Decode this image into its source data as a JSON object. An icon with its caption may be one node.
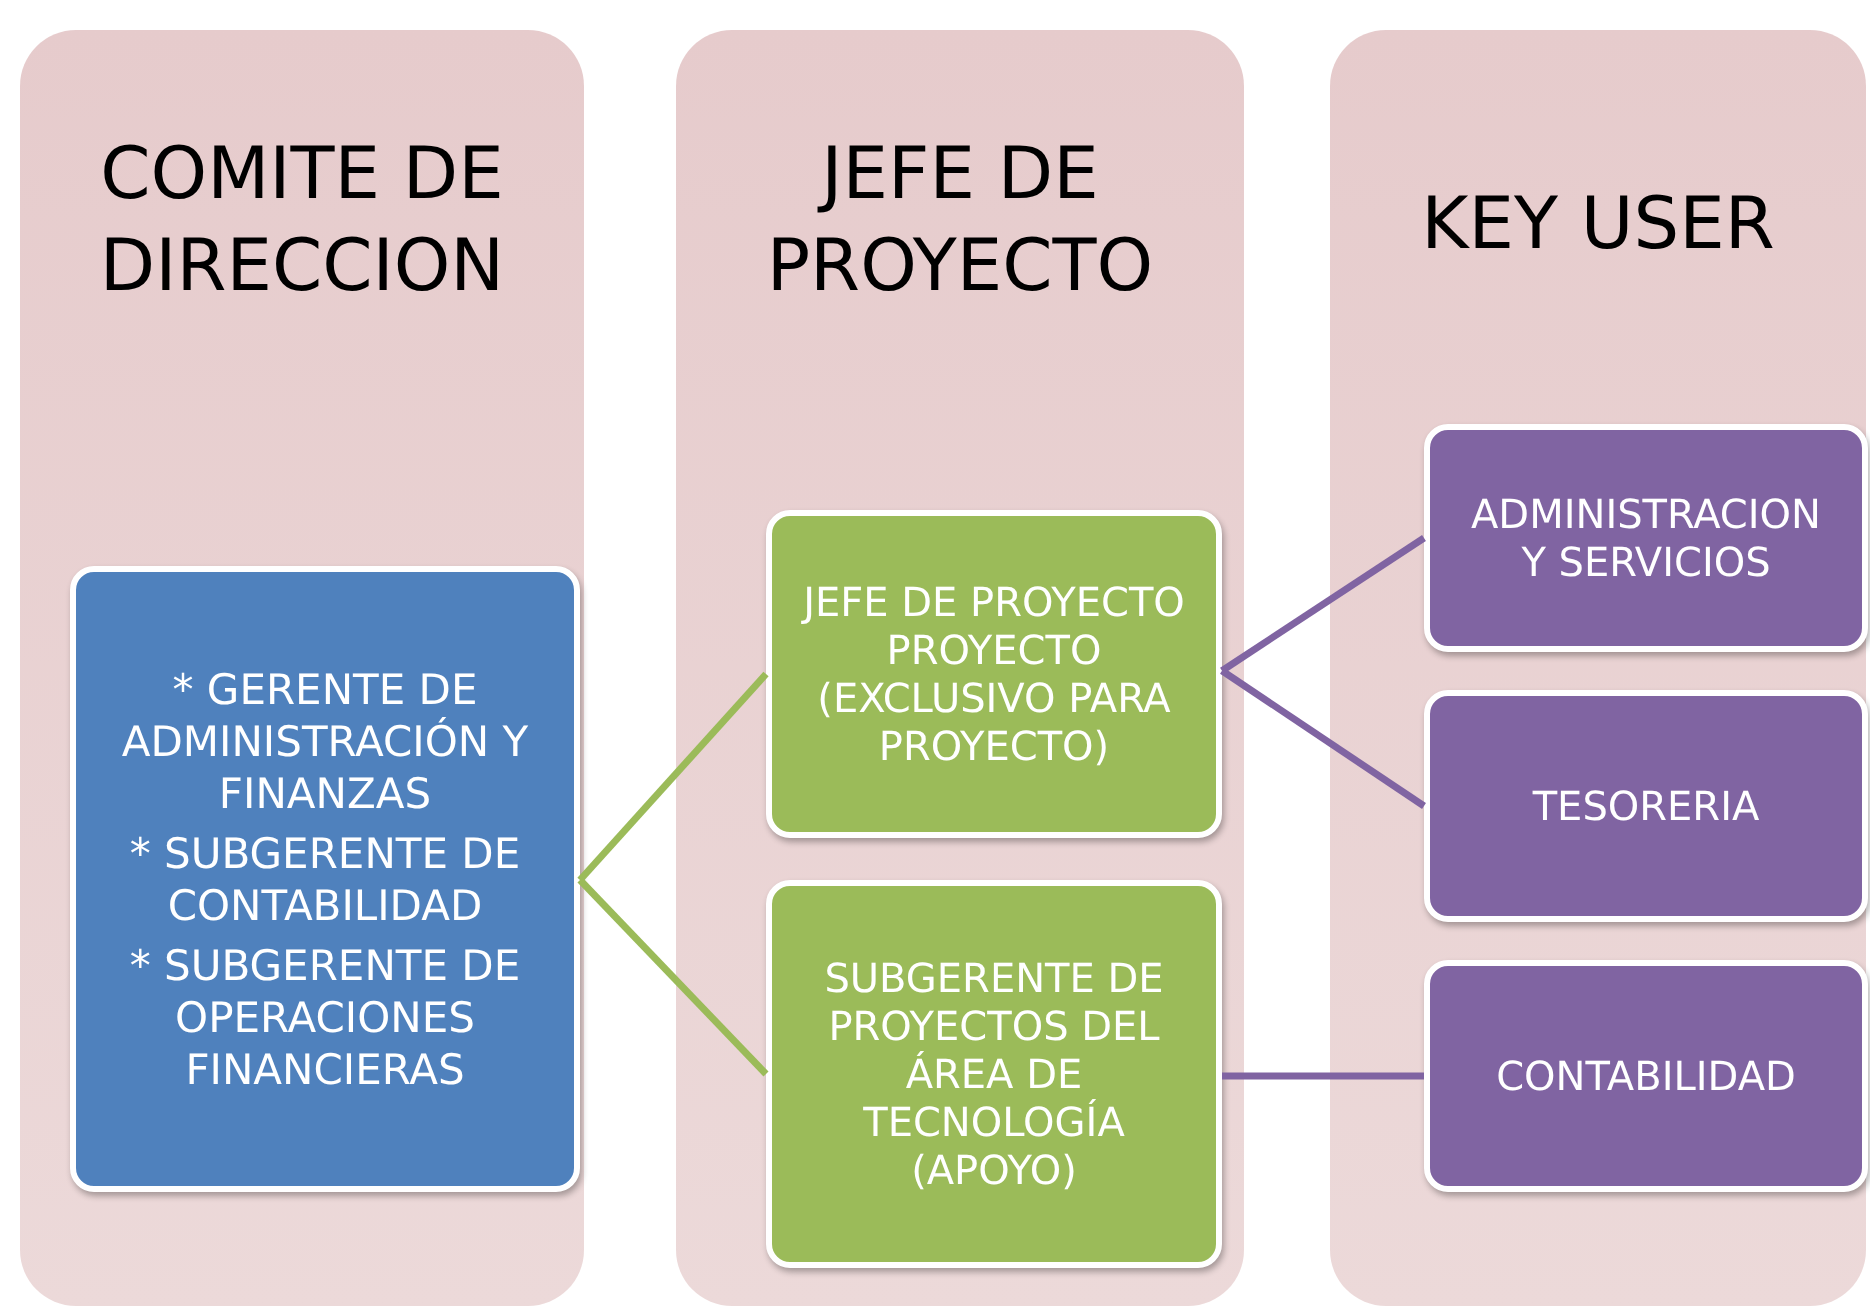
{
  "diagram": {
    "nodes": [
      {
        "text": [
          "COMITE DE DIRECCION"
        ]
      },
      {
        "text": [
          "* GERENTE DE ADMINISTRACIÓN Y FINANZAS",
          "* SUBGERENTE DE CONTABILIDAD",
          "* SUBGERENTE DE OPERACIONES FINANCIERAS"
        ],
        "in": 0
      },
      {
        "text": [
          "JEFE DE PROYECTO"
        ]
      },
      {
        "text": [
          "JEFE DE PROYECTO PROYECTO (EXCLUSIVO PARA PROYECTO)"
        ],
        "in": 2
      },
      {
        "text": [
          "SUBGERENTE DE PROYECTOS DEL ÁREA DE TECNOLOGÍA (APOYO)"
        ],
        "in": 2
      },
      {
        "text": [
          "KEY USER"
        ]
      },
      {
        "text": [
          "ADMINISTRACION Y SERVICIOS"
        ],
        "in": 5
      },
      {
        "text": [
          "TESORERIA"
        ],
        "in": 5
      },
      {
        "text": [
          "CONTABILIDAD"
        ],
        "in": 5
      }
    ],
    "edges": [
      {
        "from": 1,
        "to": 3,
        "arrow": "none",
        "color": "#9bbb59"
      },
      {
        "from": 1,
        "to": 4,
        "arrow": "none",
        "color": "#9bbb59"
      },
      {
        "from": 3,
        "to": 6,
        "arrow": "none"
      },
      {
        "from": 3,
        "to": 7,
        "arrow": "none"
      },
      {
        "from": 4,
        "to": 8,
        "arrow": "none"
      }
    ]
  }
}
